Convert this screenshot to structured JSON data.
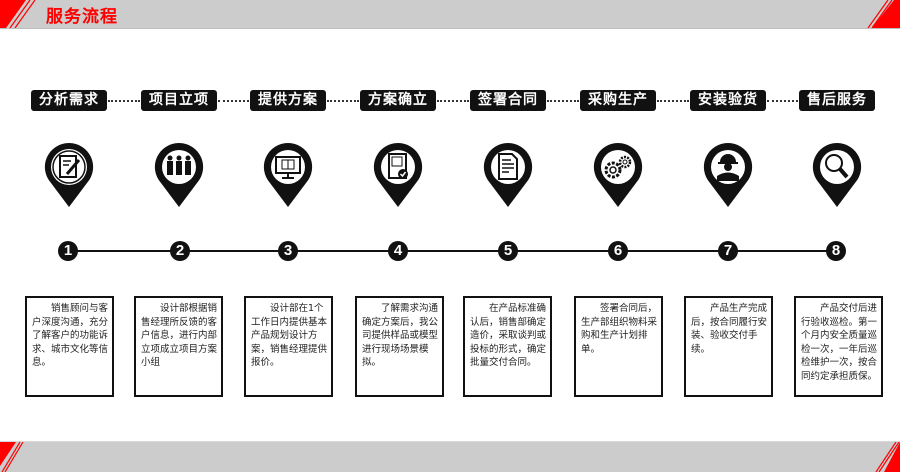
{
  "header": {
    "title": "服务流程"
  },
  "colors": {
    "accent": "#ff0000",
    "band": "#cccccc",
    "ink": "#111111"
  },
  "steps": [
    {
      "num": "1",
      "label": "分析需求",
      "icon": "document-edit-icon",
      "desc": "销售顾问与客户深度沟通，充分了解客户的功能诉求、城市文化等信息。"
    },
    {
      "num": "2",
      "label": "项目立项",
      "icon": "team-icon",
      "desc": "设计部根据销售经理所反馈的客户信息，进行内部立项成立项目方案小组"
    },
    {
      "num": "3",
      "label": "提供方案",
      "icon": "monitor-icon",
      "desc": "设计部在1个工作日内提供基本产品规划设计方案，销售经理提供报价。"
    },
    {
      "num": "4",
      "label": "方案确立",
      "icon": "document-check-icon",
      "desc": "了解需求沟通确定方案后，我公司提供样品或模型进行现场场景模拟。"
    },
    {
      "num": "5",
      "label": "签署合同",
      "icon": "contract-icon",
      "desc": "在产品标准确认后，销售部确定造价，采取谈判或投标的形式，确定批量交付合同。"
    },
    {
      "num": "6",
      "label": "采购生产",
      "icon": "gears-icon",
      "desc": "签署合同后，生产部组织物料采购和生产计划排单。"
    },
    {
      "num": "7",
      "label": "安装验货",
      "icon": "worker-icon",
      "desc": "产品生产完成后，按合同履行安装、验收交付手续。"
    },
    {
      "num": "8",
      "label": "售后服务",
      "icon": "magnifier-icon",
      "desc": "产品交付后进行验收巡检。第一个月内安全质量巡检一次，一年后巡检维护一次，按合同约定承担质保。"
    }
  ]
}
